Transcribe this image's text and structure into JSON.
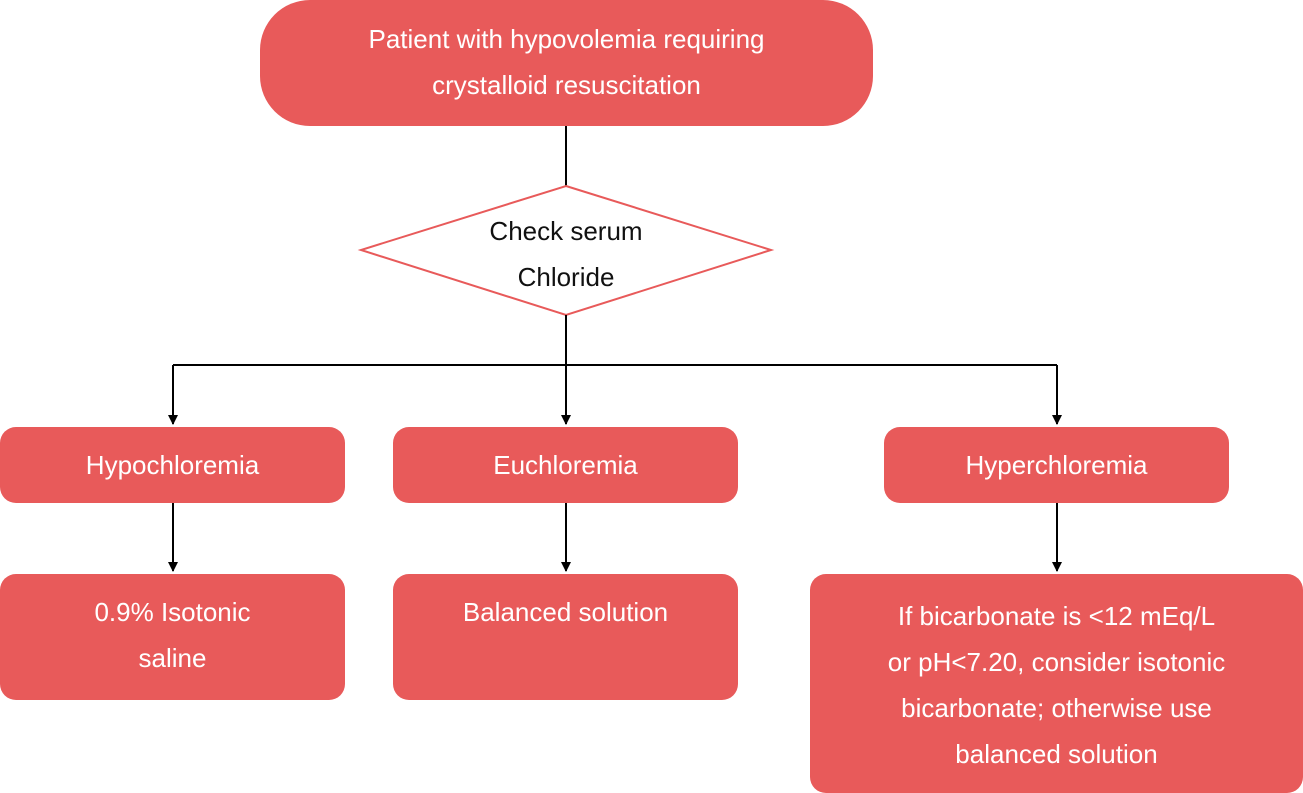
{
  "colors": {
    "node_fill": "#e85a5a",
    "node_text": "#ffffff",
    "decision_stroke": "#e85a5a",
    "decision_text": "#111111",
    "connector": "#000000"
  },
  "start": {
    "line1": "Patient with hypovolemia requiring",
    "line2": "crystalloid resuscitation"
  },
  "decision": {
    "line1": "Check serum",
    "line2": "Chloride"
  },
  "categories": {
    "hypo": "Hypochloremia",
    "eu": "Euchloremia",
    "hyper": "Hyperchloremia"
  },
  "actions": {
    "hypo": {
      "line1": "0.9% Isotonic",
      "line2": "saline"
    },
    "eu": {
      "line1": "Balanced solution"
    },
    "hyper": {
      "line1": "If bicarbonate is <12 mEq/L",
      "line2": "or pH<7.20, consider isotonic",
      "line3": "bicarbonate; otherwise use",
      "line4": "balanced solution"
    }
  }
}
